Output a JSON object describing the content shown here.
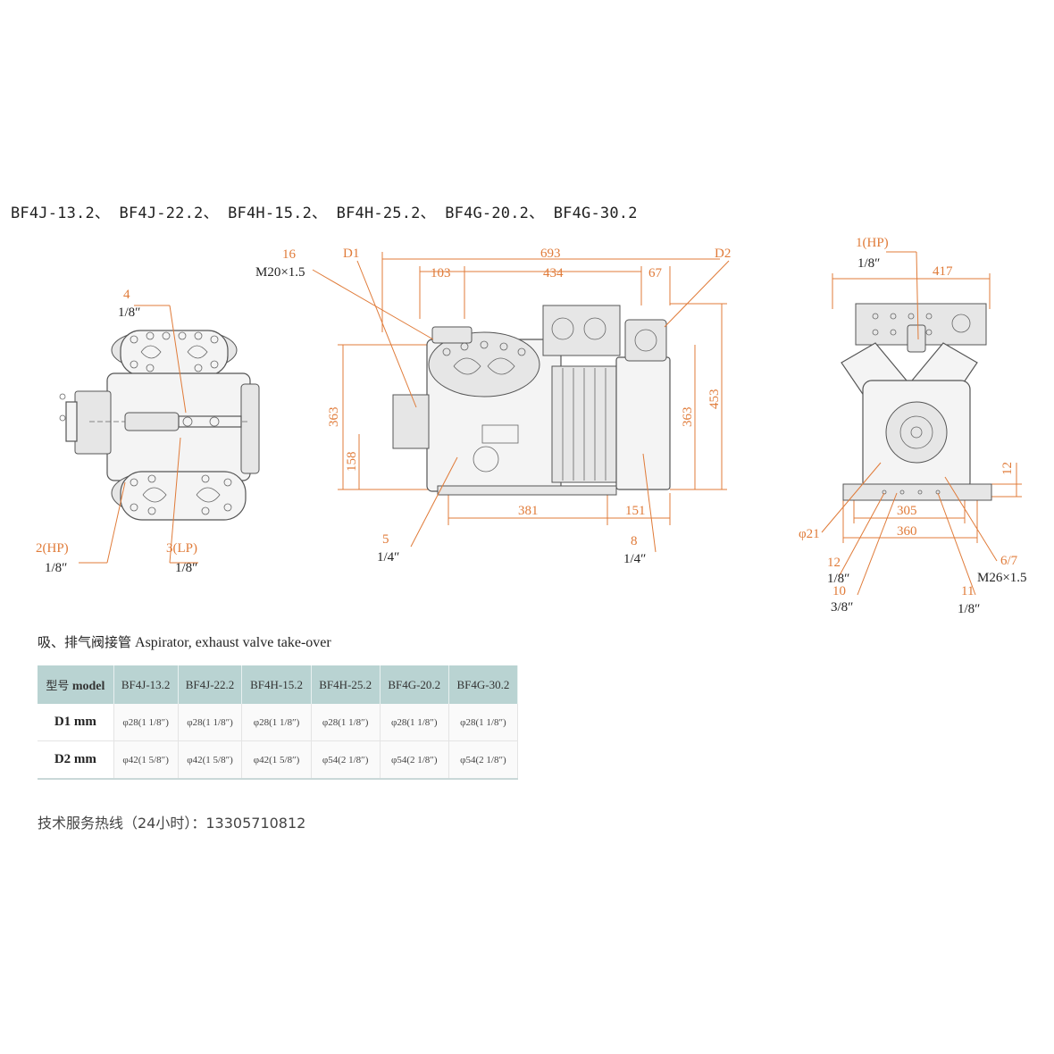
{
  "header": {
    "models_line": "BF4J-13.2、 BF4J-22.2、 BF4H-15.2、 BF4H-25.2、 BF4G-20.2、 BF4G-30.2"
  },
  "views": {
    "top": {
      "labels": {
        "port4_num": "4",
        "port4_size": "1/8″",
        "port2_num": "2(HP)",
        "port2_size": "1/8″",
        "port3_num": "3(LP)",
        "port3_size": "1/8″"
      }
    },
    "side": {
      "labels": {
        "port16_num": "16",
        "port16_size": "M20×1.5",
        "d1": "D1",
        "d2": "D2",
        "dim_693": "693",
        "dim_103": "103",
        "dim_434": "434",
        "dim_67": "67",
        "dim_363_left": "363",
        "dim_158": "158",
        "dim_363_right": "363",
        "dim_453": "453",
        "dim_381": "381",
        "dim_151": "151",
        "port5_num": "5",
        "port5_size": "1/4″",
        "port8_num": "8",
        "port8_size": "1/4″"
      }
    },
    "front": {
      "labels": {
        "port1_num": "1(HP)",
        "port1_size": "1/8″",
        "dim_417": "417",
        "dim_12": "12",
        "dim_305": "305",
        "dim_360": "360",
        "phi21": "φ21",
        "port12_num": "12",
        "port12_size": "1/8″",
        "port10_num": "10",
        "port10_size": "3/8″",
        "port67_num": "6/7",
        "port67_size": "M26×1.5",
        "port11_num": "11",
        "port11_size": "1/8″"
      }
    }
  },
  "valve_table": {
    "caption_zh": "吸、排气阀接管",
    "caption_en": "Aspirator, exhaust valve take-over",
    "header_label_zh": "型号",
    "header_label_en": "model",
    "models": [
      "BF4J-13.2",
      "BF4J-22.2",
      "BF4H-15.2",
      "BF4H-25.2",
      "BF4G-20.2",
      "BF4G-30.2"
    ],
    "rows": [
      {
        "label": "D1 mm",
        "values": [
          "φ28(1 1/8″)",
          "φ28(1 1/8″)",
          "φ28(1 1/8″)",
          "φ28(1 1/8″)",
          "φ28(1 1/8″)",
          "φ28(1 1/8″)"
        ]
      },
      {
        "label": "D2 mm",
        "values": [
          "φ42(1 5/8″)",
          "φ42(1 5/8″)",
          "φ42(1 5/8″)",
          "φ54(2 1/8″)",
          "φ54(2 1/8″)",
          "φ54(2 1/8″)"
        ]
      }
    ]
  },
  "footer": {
    "hotline": "技术服务热线（24小时）：13305710812"
  },
  "colors": {
    "dimension": "#e07b39",
    "table_header": "#b9d3d2"
  }
}
